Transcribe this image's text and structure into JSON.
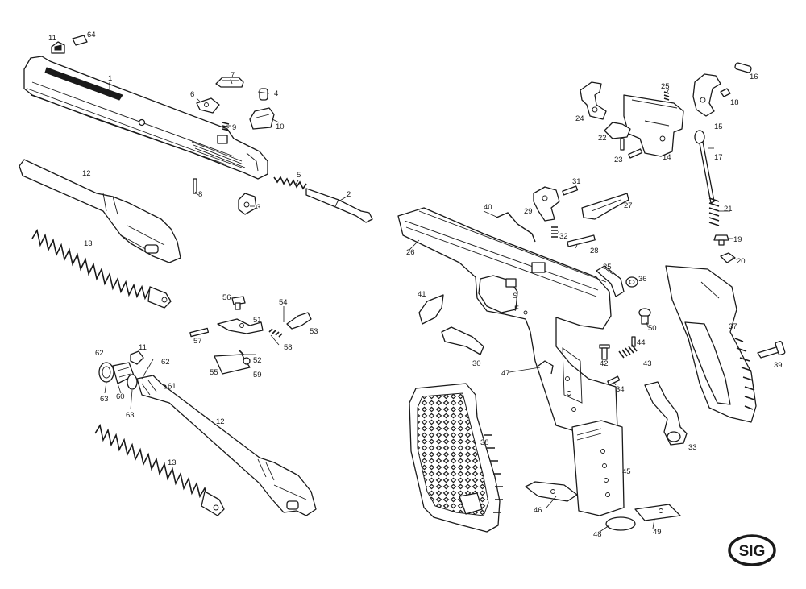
{
  "logo": {
    "text": "SIG"
  },
  "frame_marks": [
    "S",
    "F"
  ],
  "labels": [
    {
      "id": "l11a",
      "text": "11"
    },
    {
      "id": "l64",
      "text": "64"
    },
    {
      "id": "l1",
      "text": "1"
    },
    {
      "id": "l7",
      "text": "7"
    },
    {
      "id": "l6",
      "text": "6"
    },
    {
      "id": "l4",
      "text": "4"
    },
    {
      "id": "l9",
      "text": "9"
    },
    {
      "id": "l10",
      "text": "10"
    },
    {
      "id": "l12a",
      "text": "12"
    },
    {
      "id": "l8",
      "text": "8"
    },
    {
      "id": "l5",
      "text": "5"
    },
    {
      "id": "l3",
      "text": "3"
    },
    {
      "id": "l2",
      "text": "2"
    },
    {
      "id": "l13a",
      "text": "13"
    },
    {
      "id": "l56",
      "text": "56"
    },
    {
      "id": "l54",
      "text": "54"
    },
    {
      "id": "l51",
      "text": "51"
    },
    {
      "id": "l53",
      "text": "53"
    },
    {
      "id": "l57",
      "text": "57"
    },
    {
      "id": "l58",
      "text": "58"
    },
    {
      "id": "l52",
      "text": "52"
    },
    {
      "id": "l55",
      "text": "55"
    },
    {
      "id": "l59",
      "text": "59"
    },
    {
      "id": "l62a",
      "text": "62"
    },
    {
      "id": "l11b",
      "text": "11"
    },
    {
      "id": "l62b",
      "text": "62"
    },
    {
      "id": "l61",
      "text": "61"
    },
    {
      "id": "l63a",
      "text": "63"
    },
    {
      "id": "l60",
      "text": "60"
    },
    {
      "id": "l63b",
      "text": "63"
    },
    {
      "id": "l12b",
      "text": "12"
    },
    {
      "id": "l13b",
      "text": "13"
    },
    {
      "id": "l25",
      "text": "25"
    },
    {
      "id": "l16",
      "text": "16"
    },
    {
      "id": "l18",
      "text": "18"
    },
    {
      "id": "l24",
      "text": "24"
    },
    {
      "id": "l15",
      "text": "15"
    },
    {
      "id": "l22",
      "text": "22"
    },
    {
      "id": "l23",
      "text": "23"
    },
    {
      "id": "l14",
      "text": "14"
    },
    {
      "id": "l17",
      "text": "17"
    },
    {
      "id": "l31",
      "text": "31"
    },
    {
      "id": "l27",
      "text": "27"
    },
    {
      "id": "l40",
      "text": "40"
    },
    {
      "id": "l29",
      "text": "29"
    },
    {
      "id": "l21",
      "text": "21"
    },
    {
      "id": "l32",
      "text": "32"
    },
    {
      "id": "l19",
      "text": "19"
    },
    {
      "id": "l26",
      "text": "26"
    },
    {
      "id": "l28",
      "text": "28"
    },
    {
      "id": "l20",
      "text": "20"
    },
    {
      "id": "l35",
      "text": "35"
    },
    {
      "id": "l36",
      "text": "36"
    },
    {
      "id": "l41",
      "text": "41"
    },
    {
      "id": "l50",
      "text": "50"
    },
    {
      "id": "l37",
      "text": "37"
    },
    {
      "id": "l44",
      "text": "44"
    },
    {
      "id": "l39",
      "text": "39"
    },
    {
      "id": "l30",
      "text": "30"
    },
    {
      "id": "l42",
      "text": "42"
    },
    {
      "id": "l43",
      "text": "43"
    },
    {
      "id": "l47",
      "text": "47"
    },
    {
      "id": "l34",
      "text": "34"
    },
    {
      "id": "l38",
      "text": "38"
    },
    {
      "id": "l33",
      "text": "33"
    },
    {
      "id": "l45",
      "text": "45"
    },
    {
      "id": "l46",
      "text": "46"
    },
    {
      "id": "l48",
      "text": "48"
    },
    {
      "id": "l49",
      "text": "49"
    }
  ]
}
